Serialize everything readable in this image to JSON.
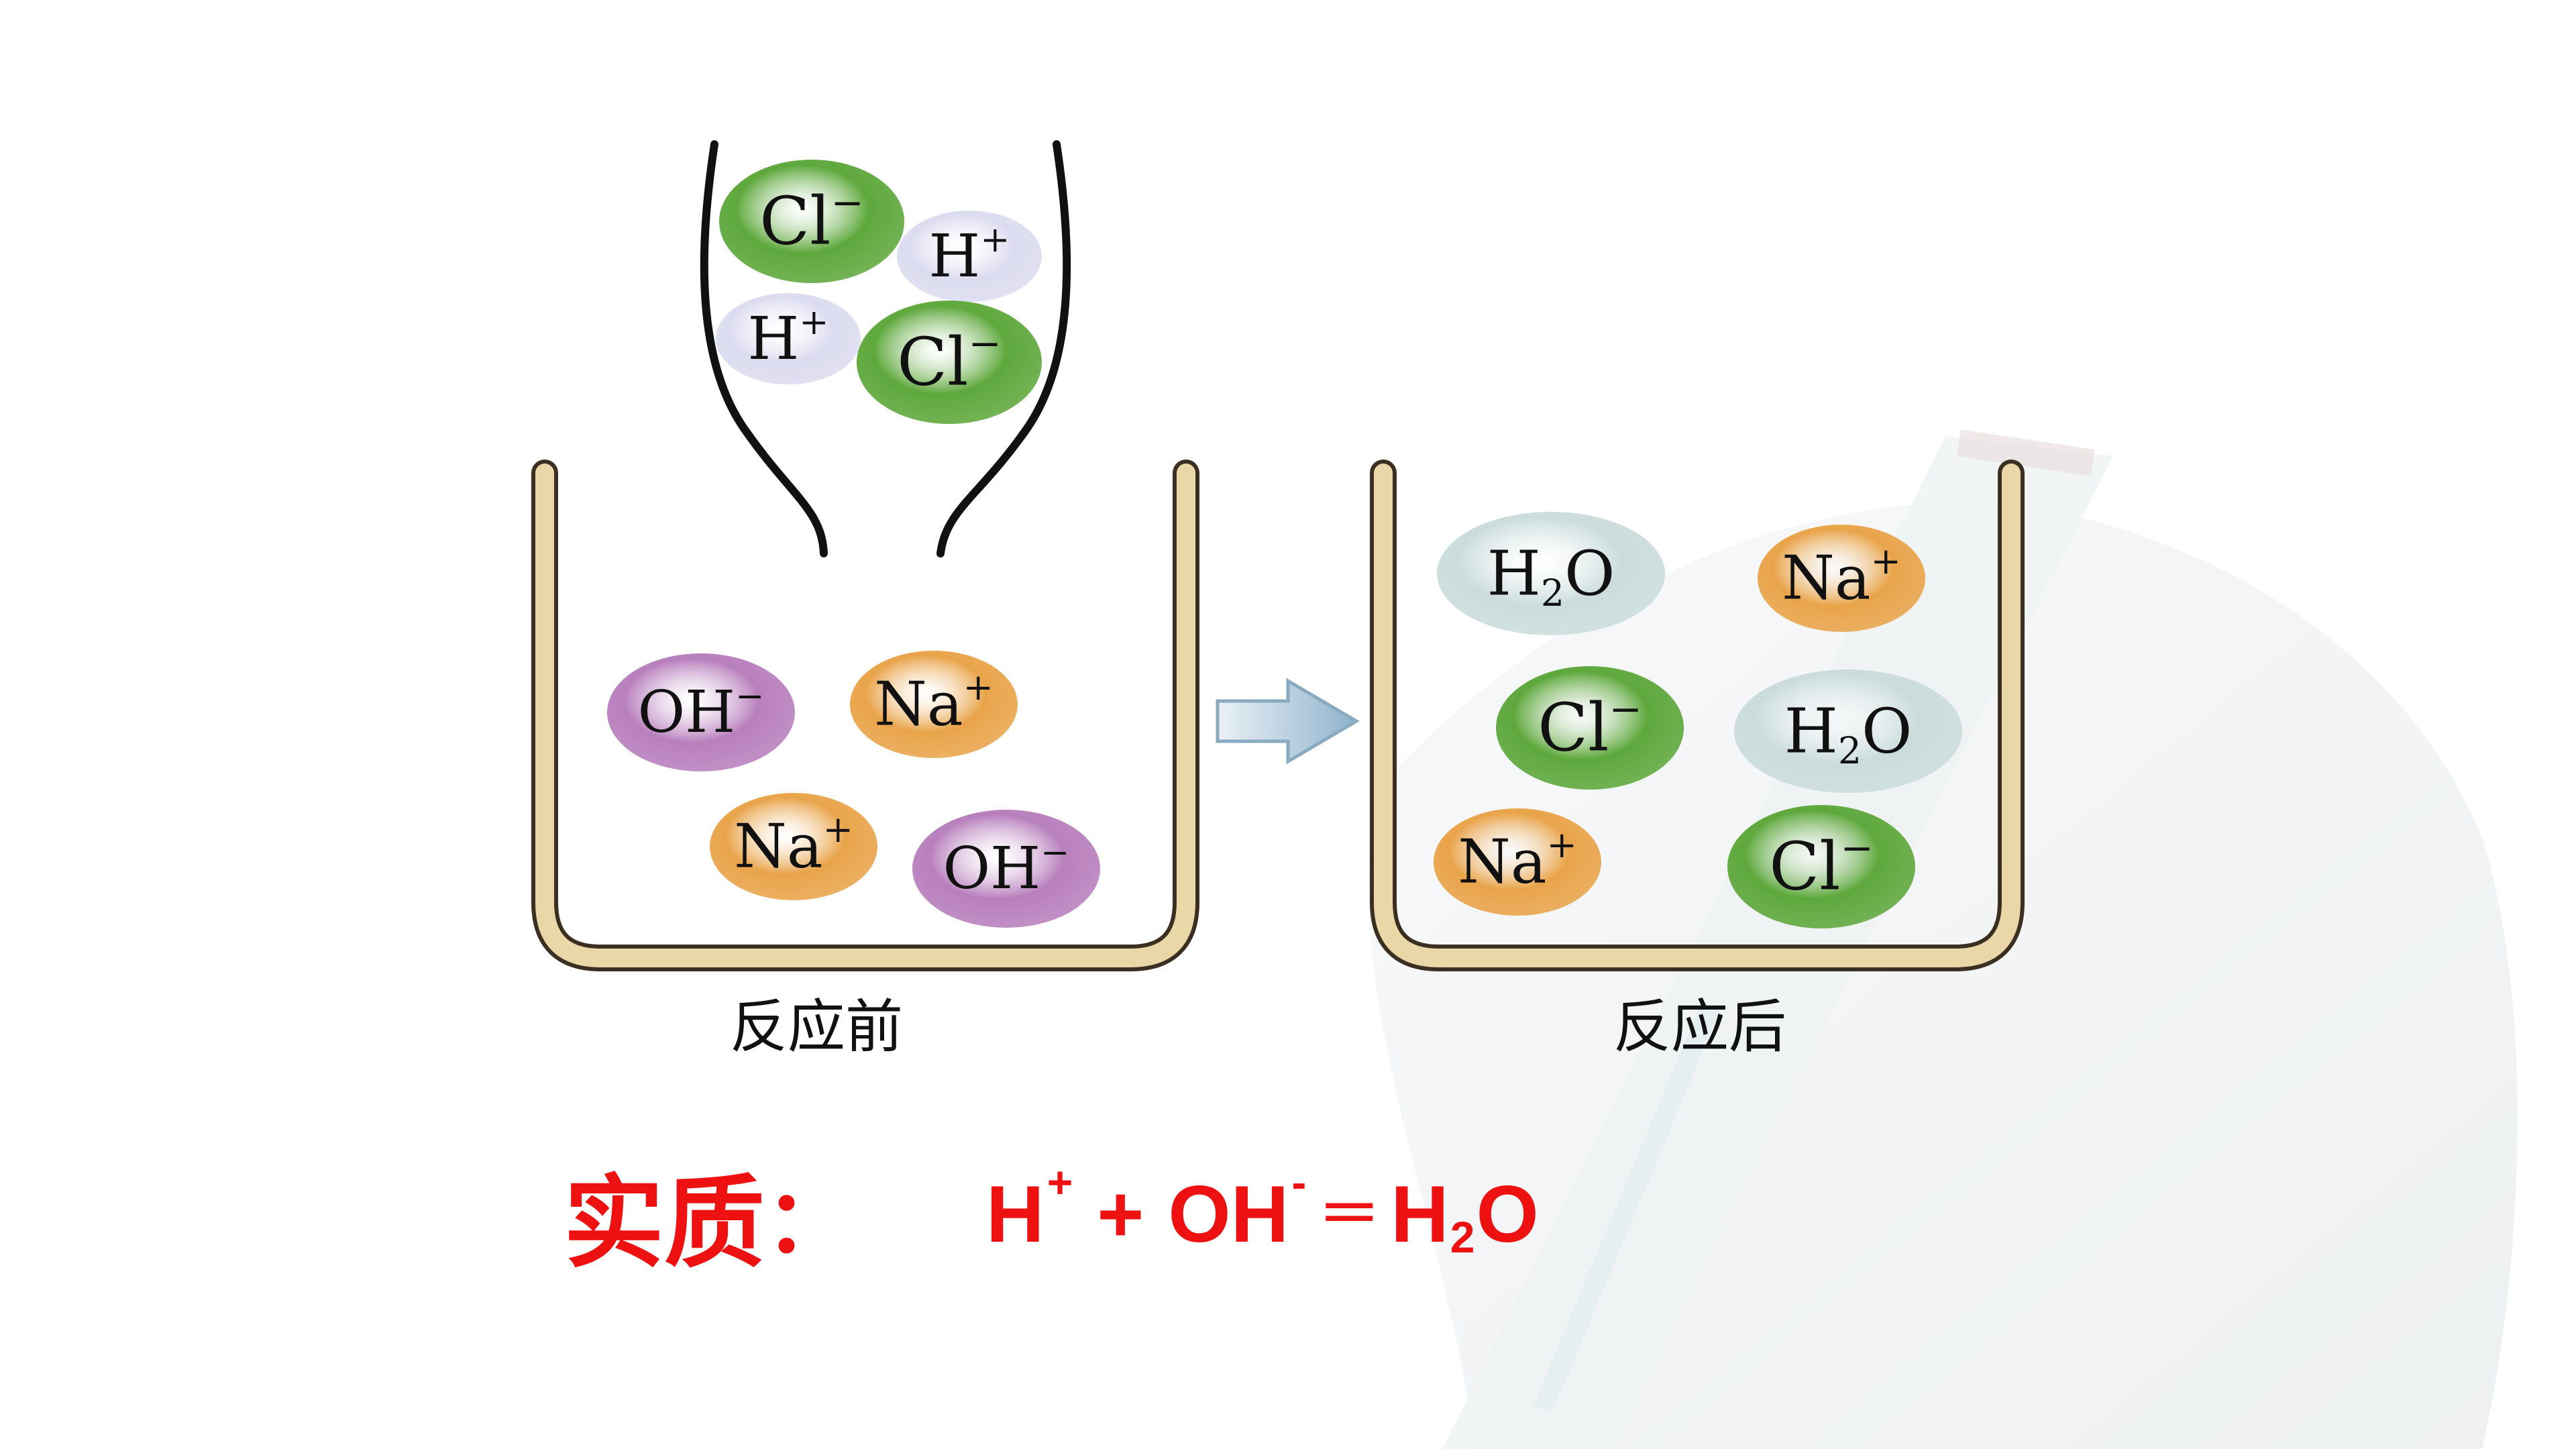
{
  "colors": {
    "beaker": "#e9d7a8",
    "beaker_outline": "#3a2f20",
    "equation": "#ee1111",
    "ion_cl": "#5ea83c",
    "ion_h": "#dcdcf0",
    "ion_oh": "#b87fbd",
    "ion_na": "#e9a44a",
    "ion_h2o": "#cbdcdc"
  },
  "icons": [
    "dropper-funnel-icon",
    "beaker-icon",
    "arrow-right-icon"
  ],
  "ions": [
    {
      "id": "cl-1",
      "group": "dropper",
      "base": "Cl",
      "sub": "",
      "tail": "",
      "charge": "−",
      "kind": "cl"
    },
    {
      "id": "h-1",
      "group": "dropper",
      "base": "H",
      "sub": "",
      "tail": "",
      "charge": "+",
      "kind": "h"
    },
    {
      "id": "h-2",
      "group": "dropper",
      "base": "H",
      "sub": "",
      "tail": "",
      "charge": "+",
      "kind": "h"
    },
    {
      "id": "cl-2",
      "group": "dropper",
      "base": "Cl",
      "sub": "",
      "tail": "",
      "charge": "−",
      "kind": "cl"
    },
    {
      "id": "oh-1",
      "group": "before",
      "base": "OH",
      "sub": "",
      "tail": "",
      "charge": "−",
      "kind": "oh"
    },
    {
      "id": "na-1",
      "group": "before",
      "base": "Na",
      "sub": "",
      "tail": "",
      "charge": "+",
      "kind": "na"
    },
    {
      "id": "na-2",
      "group": "before",
      "base": "Na",
      "sub": "",
      "tail": "",
      "charge": "+",
      "kind": "na"
    },
    {
      "id": "oh-2",
      "group": "before",
      "base": "OH",
      "sub": "",
      "tail": "",
      "charge": "−",
      "kind": "oh"
    },
    {
      "id": "h2o-1",
      "group": "after",
      "base": "H",
      "sub": "2",
      "tail": "O",
      "charge": "",
      "kind": "h2o"
    },
    {
      "id": "na-3",
      "group": "after",
      "base": "Na",
      "sub": "",
      "tail": "",
      "charge": "+",
      "kind": "na"
    },
    {
      "id": "cl-3",
      "group": "after",
      "base": "Cl",
      "sub": "",
      "tail": "",
      "charge": "−",
      "kind": "cl"
    },
    {
      "id": "h2o-2",
      "group": "after",
      "base": "H",
      "sub": "2",
      "tail": "O",
      "charge": "",
      "kind": "h2o"
    },
    {
      "id": "na-4",
      "group": "after",
      "base": "Na",
      "sub": "",
      "tail": "",
      "charge": "+",
      "kind": "na"
    },
    {
      "id": "cl-4",
      "group": "after",
      "base": "Cl",
      "sub": "",
      "tail": "",
      "charge": "−",
      "kind": "cl"
    }
  ],
  "captions": {
    "before": "反应前",
    "after": "反应后"
  },
  "equation": {
    "label": "实质",
    "colon": "：",
    "h": "H",
    "h_charge": "+",
    "plus": "+",
    "oh": "OH",
    "oh_charge": "-",
    "equals": "==",
    "h2o_h": "H",
    "h2o_sub": "2",
    "h2o_o": "O"
  }
}
